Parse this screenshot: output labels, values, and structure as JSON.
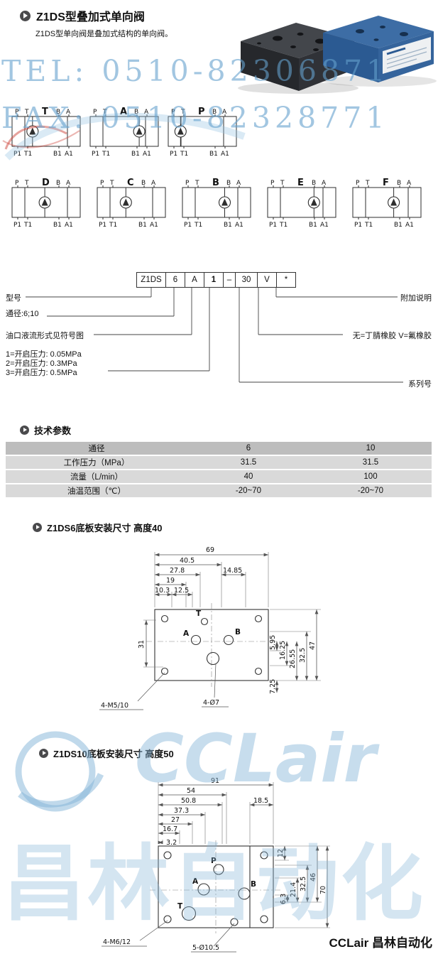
{
  "page": {
    "title": "Z1DS型叠加式单向阀",
    "subtitle": "Z1DS型单向阀是叠加式结构的单向阀。",
    "footer_brand": "CCLair 昌林自动化"
  },
  "watermark": {
    "tel": "TEL: 0510-82306871",
    "fax": "FAX: 0510-82328771",
    "brand_big": "CCLair",
    "brand_cn_big": "昌林自动化"
  },
  "symbols": {
    "top_ports": [
      "P",
      "T",
      "B",
      "A"
    ],
    "bottom_ports": [
      "P1",
      "T1",
      "B1",
      "A1"
    ],
    "row1": [
      {
        "label": "T",
        "valve_pos": 0.3
      },
      {
        "label": "A",
        "valve_pos": 0.72
      },
      {
        "label": "P",
        "valve_pos": 0.18
      }
    ],
    "row2": [
      {
        "label": "D",
        "valve_pos": 0.48
      },
      {
        "label": "C",
        "valve_pos": 0.42
      },
      {
        "label": "B",
        "valve_pos": 0.62
      },
      {
        "label": "E",
        "valve_pos": 0.68
      },
      {
        "label": "F",
        "valve_pos": 0.6
      }
    ]
  },
  "model_code": {
    "boxes": [
      "Z1DS",
      "6",
      "A",
      "1",
      "–",
      "30",
      "V",
      "*"
    ],
    "left_labels": {
      "model": "型号",
      "bore": "通径:6;10",
      "flow": "油口液流形式见符号图",
      "pressure1": "1=开启压力: 0.05MPa",
      "pressure2": "2=开启压力: 0.3MPa",
      "pressure3": "3=开启压力: 0.5MPa"
    },
    "right_labels": {
      "extra": "附加说明",
      "seal": "无=丁腈橡胶 V=氟橡胶",
      "series": "系列号"
    }
  },
  "tech_params": {
    "section_title": "技术参数",
    "header": [
      "通径",
      "6",
      "10"
    ],
    "rows": [
      [
        "工作压力（MPa）",
        "31.5",
        "31.5"
      ],
      [
        "流量（L/min）",
        "40",
        "100"
      ],
      [
        "油温范围（℃）",
        "-20~70",
        "-20~70"
      ]
    ]
  },
  "drawing6": {
    "section_title": "Z1DS6底板安装尺寸  高度40",
    "dims": {
      "w_overall": "69",
      "w2": "40.5",
      "w3": "27.8",
      "w4": "19",
      "w5": "14.85",
      "w6": "10.3",
      "w7": "12.5",
      "h_left": "31",
      "h_right": "47",
      "v1": "5.95",
      "v2": "16.25",
      "v3": "26.55",
      "v4": "32.5",
      "v_bottom": "7.25",
      "thread": "4-M5/10",
      "hole": "4-Ø7"
    },
    "ports": {
      "t": "T",
      "a": "A",
      "b": "B"
    }
  },
  "drawing10": {
    "section_title": "Z1DS10底板安装尺寸  高度50",
    "dims": {
      "w_overall": "91",
      "w2": "54",
      "w3": "50.8",
      "w4": "18.5",
      "w5": "37.3",
      "w6": "27",
      "w7": "16.7",
      "w8": "3.2",
      "v1": "12",
      "v2": "6.3",
      "v3": "21.4",
      "v4": "32.5",
      "v5": "46",
      "v6": "70",
      "thread": "4-M6/12",
      "hole": "5-Ø10.5"
    },
    "ports": {
      "p": "P",
      "a": "A",
      "b": "B",
      "t": "T"
    }
  }
}
